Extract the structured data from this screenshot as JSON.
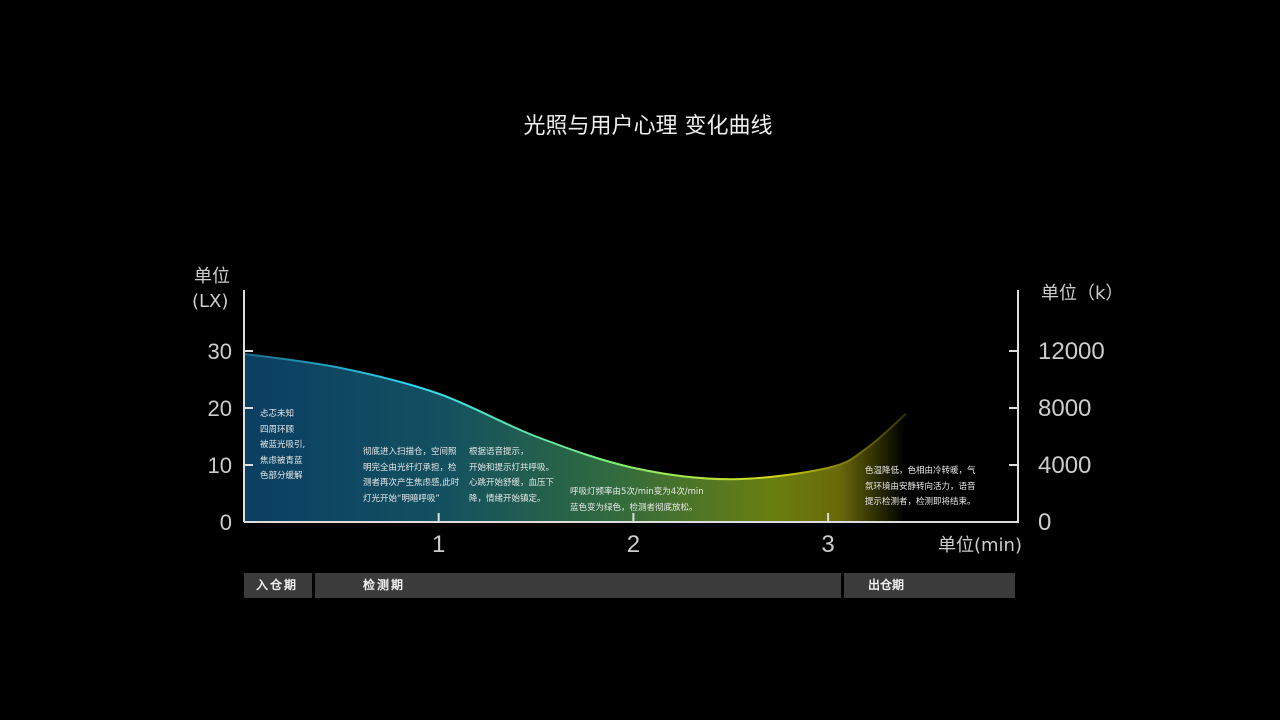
{
  "chart_data": {
    "type": "area",
    "title": "光照与用户心理 变化曲线",
    "ylabel_left": [
      "单位",
      "(LX)"
    ],
    "ylabel_right": "单位（k）",
    "xlabel": "单位(min)",
    "xlim": [
      0,
      4
    ],
    "ylim": [
      0,
      40
    ],
    "x_ticks": [
      1,
      2,
      3
    ],
    "y_ticks_left": [
      0,
      10,
      20,
      30
    ],
    "y_ticks_right": [
      0,
      4000,
      8000,
      12000
    ],
    "series": [
      {
        "name": "光照",
        "x": [
          0,
          0.5,
          1,
          1.5,
          2,
          2.5,
          3,
          3.2,
          3.4
        ],
        "values": [
          29.5,
          27,
          22.5,
          15,
          9.5,
          7.5,
          9.5,
          13,
          19
        ]
      }
    ],
    "colors": {
      "start": "#2fd0f0",
      "mid": "#7cf07a",
      "end": "#d8d81a"
    },
    "annotations": [
      "忐忑未知\n四周环顾\n被蓝光吸引,\n焦虑被青蓝\n色部分缓解",
      "彻底进入扫描仓，空间照\n明完全由光纤灯承担，检\n测者再次产生焦虑感,此时\n灯光开始“明暗呼吸”",
      "根据语音提示，\n开始和提示灯共呼吸。\n心跳开始舒缓，血压下\n降，情绪开始镇定。",
      "呼吸灯频率由5次/min变为4次/min\n蓝色变为绿色，检测者彻底放松。",
      "色温降低，色相由冷转暖，气\n氛环境由安静转向活力，语音\n提示检测者，检测即将结束。"
    ],
    "phases": [
      "入仓期",
      "检测期",
      "出仓期"
    ]
  }
}
